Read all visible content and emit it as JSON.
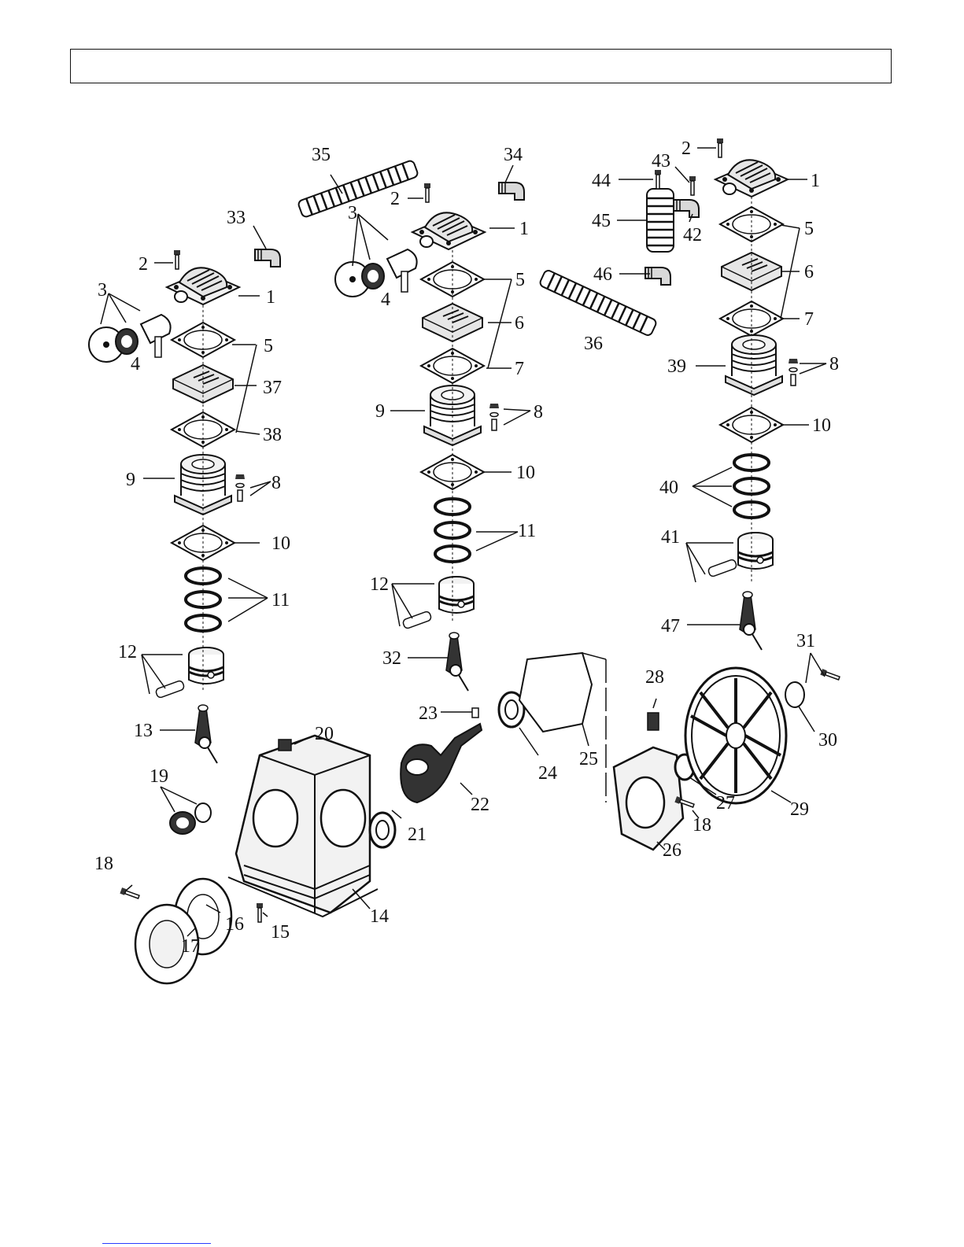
{
  "callouts": {
    "n1": "1",
    "n2": "2",
    "n3": "3",
    "n4": "4",
    "n5": "5",
    "n6": "6",
    "n7": "7",
    "n8": "8",
    "n9": "9",
    "n10": "10",
    "n11": "11",
    "n12": "12",
    "n13": "13",
    "n14": "14",
    "n15": "15",
    "n16": "16",
    "n17": "17",
    "n18": "18",
    "n19": "19",
    "n20": "20",
    "n21": "21",
    "n22": "22",
    "n23": "23",
    "n24": "24",
    "n25": "25",
    "n26": "26",
    "n27": "27",
    "n28": "28",
    "n29": "29",
    "n30": "30",
    "n31": "31",
    "n32": "32",
    "n33": "33",
    "n34": "34",
    "n35": "35",
    "n36": "36",
    "n37": "37",
    "n38": "38",
    "n39": "39",
    "n40": "40",
    "n41": "41",
    "n42": "42",
    "n43": "43",
    "n44": "44",
    "n45": "45",
    "n46": "46",
    "n47": "47"
  },
  "colors": {
    "line": "#111111",
    "fill_light": "#f2f2f2",
    "fill_mid": "#d9d9d9",
    "link": "#2a3cff"
  }
}
